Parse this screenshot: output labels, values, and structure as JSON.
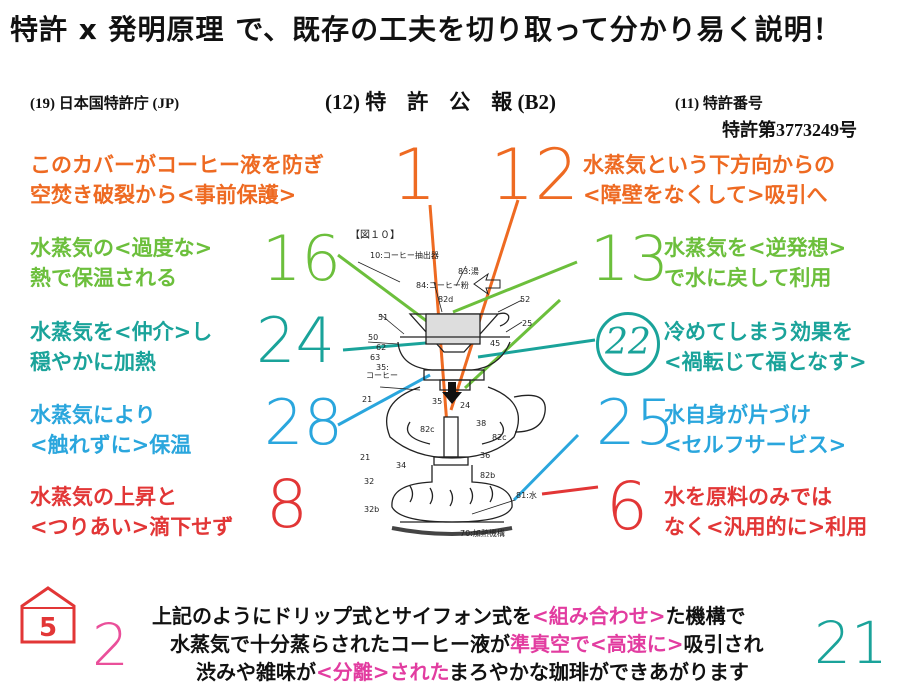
{
  "title": "特許 x 発明原理 で、既存の工夫を切り取って分かり易く説明！",
  "header": {
    "left": "(19) 日本国特許庁 (JP)",
    "center": "(12) 特　許　公　報 (B2)",
    "right": "(11) 特許番号",
    "patent_number": "特許第3773249号"
  },
  "captions": {
    "p1": [
      "このカバーがコーヒー液を防ぎ",
      "空焚き破裂から<事前保護>"
    ],
    "p12": [
      "水蒸気という下方向からの",
      "<障壁をなくして>吸引へ"
    ],
    "p16": [
      "水蒸気の<過度な>",
      "熱で保温される"
    ],
    "p13": [
      "水蒸気を<逆発想>",
      "で水に戻して利用"
    ],
    "p24": [
      "水蒸気を<仲介>し",
      "穏やかに加熱"
    ],
    "p22": [
      "冷めてしまう効果を",
      "<禍転じて福となす>"
    ],
    "p28": [
      "水蒸気により",
      "<触れずに>保温"
    ],
    "p25": [
      "水自身が片づけ",
      "<セルフサービス>"
    ],
    "p8": [
      "水蒸気の上昇と",
      "<つりあい>滴下せず"
    ],
    "p6": [
      "水を原料のみでは",
      "なく<汎用的に>利用"
    ]
  },
  "numbers": {
    "n1": "1",
    "n12": "12",
    "n16": "16",
    "n13": "13",
    "n24": "24",
    "n22": "22",
    "n28": "28",
    "n25": "25",
    "n8": "8",
    "n6": "6",
    "n5": "5",
    "n2": "2",
    "n21": "21"
  },
  "figure": {
    "label": "【図１０】",
    "parts": {
      "p10": "10:コーヒー抽出器",
      "p83": "83:湯",
      "p84": "84:コーヒー粉",
      "p82d": "82d",
      "p52": "52",
      "p51": "51",
      "p50": "50",
      "p62": "62",
      "p63": "63",
      "p45": "45",
      "p25": "25",
      "p35": "35",
      "p35b": "35:",
      "p35c": "コーヒー",
      "p21": "21",
      "p24": "24",
      "p38": "38",
      "p82c": "82c",
      "p82c2": "82c",
      "p36": "36",
      "p34": "34",
      "p32": "32",
      "p82b": "82b",
      "p81": "81:水",
      "p32b": "32b",
      "p70": "70:加熱機構"
    }
  },
  "footer": {
    "line1": {
      "pre": "上記のようにドリップ式とサイフォン式を",
      "hl": "<組み合わせ>",
      "post": "た機構で"
    },
    "line2": {
      "pre": "水蒸気で十分蒸らされたコーヒー液が",
      "hl": "準真空で<高速に>",
      "post": "吸引され"
    },
    "line3": {
      "pre": "渋みや雑味が",
      "hl": "<分離>された",
      "post": "まろやかな珈琲ができあがります"
    }
  },
  "colors": {
    "orange": "#ee6a22",
    "green": "#6cbf3c",
    "teal": "#1aa39a",
    "blue": "#2aa6dd",
    "red": "#e23636",
    "pink": "#ea4f9a",
    "magenta": "#e23ca0"
  }
}
